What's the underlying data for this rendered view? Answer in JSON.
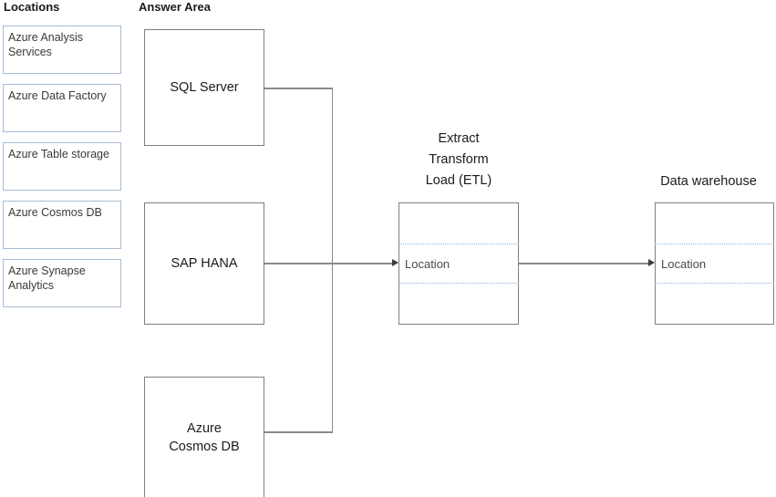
{
  "headings": {
    "locations": "Locations",
    "answer_area": "Answer Area"
  },
  "locations": {
    "items": [
      {
        "label": "Azure Analysis Services"
      },
      {
        "label": "Azure Data Factory"
      },
      {
        "label": "Azure Table storage"
      },
      {
        "label": "Azure Cosmos DB"
      },
      {
        "label": "Azure Synapse Analytics"
      }
    ]
  },
  "diagram": {
    "sources": [
      {
        "name": "sql-server",
        "label": "SQL Server"
      },
      {
        "name": "sap-hana",
        "label": "SAP HANA"
      },
      {
        "name": "cosmos-db",
        "label": "Azure\nCosmos DB"
      }
    ],
    "etl": {
      "caption": "Extract\nTransform\nLoad (ETL)",
      "slot_value": "Location"
    },
    "data_warehouse": {
      "caption": "Data warehouse",
      "slot_value": "Location"
    }
  },
  "colors": {
    "box_border": "#7f7f7f",
    "location_border": "#a9bcd4",
    "drop_slot_border": "#8fb4dd",
    "connector": "#8a8a8a",
    "text": "#1b1b1b"
  }
}
